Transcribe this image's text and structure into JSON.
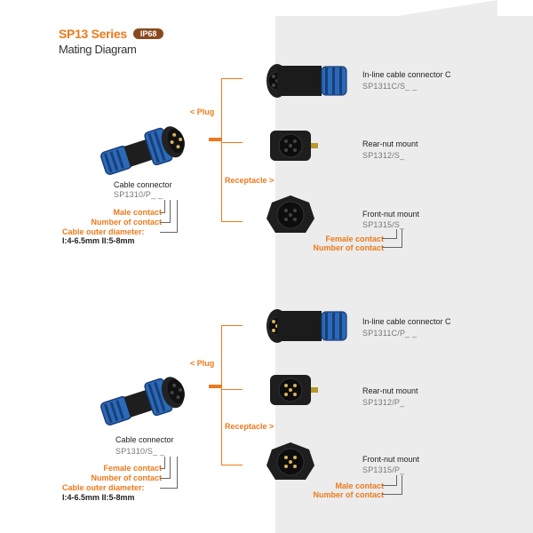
{
  "header": {
    "series_title": "SP13 Series",
    "ip_badge": "IP68",
    "subtitle": "Mating Diagram"
  },
  "colors": {
    "accent": "#ec7a1c",
    "badge": "#8a4a1e",
    "panel": "#ececec",
    "connector_blue": "#2a6ab8"
  },
  "top_group": {
    "plug_label": "< Plug",
    "receptacle_label": "Receptacle >",
    "cable": {
      "name": "Cable connector",
      "code": "SP1310/P_ _",
      "notes": [
        "Male contact",
        "Number of contact",
        "Cable outer diameter:"
      ],
      "diameter": "I:4-6.5mm II:5-8mm"
    },
    "items": [
      {
        "name": "In-line cable connector C",
        "code": "SP1311C/S_ _"
      },
      {
        "name": "Rear-nut mount",
        "code": "SP1312/S_"
      },
      {
        "name": "Front-nut mount",
        "code": "SP1315/S_",
        "notes": [
          "Female contact",
          "Number of contact"
        ]
      }
    ]
  },
  "bottom_group": {
    "plug_label": "< Plug",
    "receptacle_label": "Receptacle >",
    "cable": {
      "name": "Cable connector",
      "code": "SP1310/S_ _",
      "notes": [
        "Female contact",
        "Number of contact",
        "Cable outer diameter:"
      ],
      "diameter": "I:4-6.5mm II:5-8mm"
    },
    "items": [
      {
        "name": "In-line cable connector C",
        "code": "SP1311C/P_ _"
      },
      {
        "name": "Rear-nut mount",
        "code": "SP1312/P_"
      },
      {
        "name": "Front-nut mount",
        "code": "SP1315/P_",
        "notes": [
          "Male contact",
          "Number of contact"
        ]
      }
    ]
  }
}
